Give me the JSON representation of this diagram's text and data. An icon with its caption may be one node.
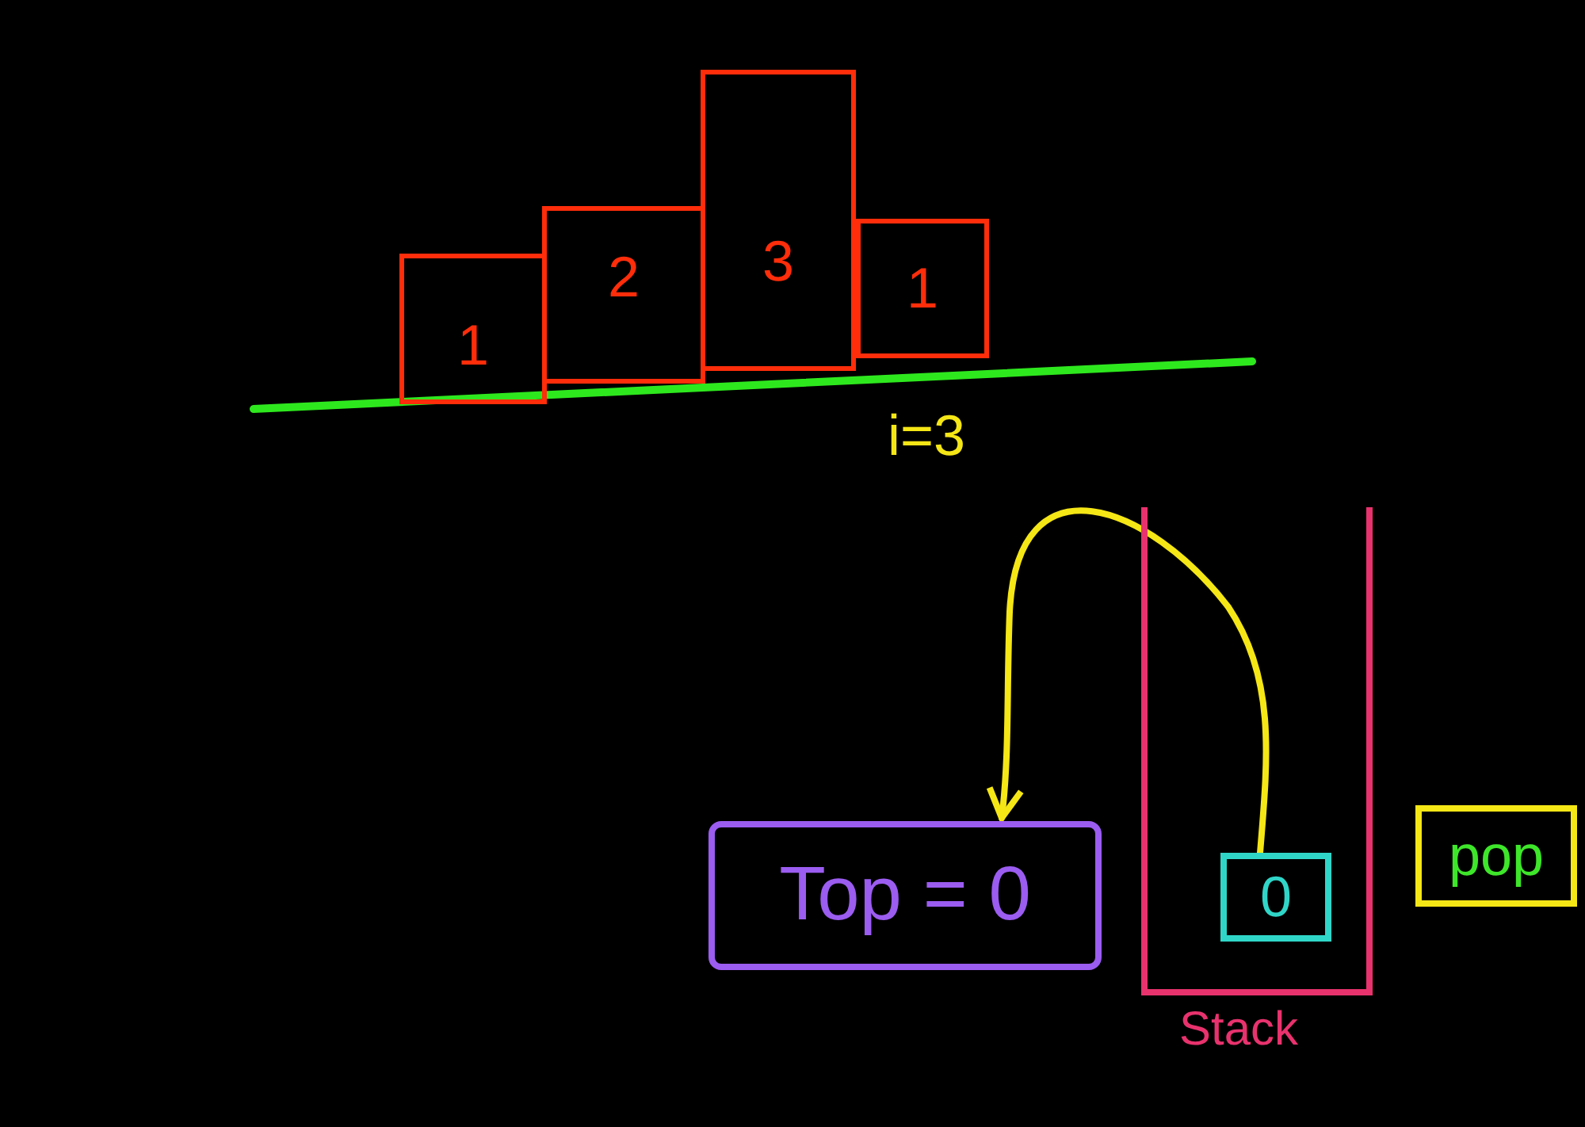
{
  "diagram": {
    "nodes": [
      {
        "text": [
          "1"
        ]
      },
      {
        "text": [
          "2"
        ]
      },
      {
        "text": [
          "3"
        ]
      },
      {
        "text": [
          "1"
        ]
      },
      {
        "text": [
          "Top = 0"
        ]
      },
      {
        "text": [
          "Stack"
        ]
      },
      {
        "text": [
          "0"
        ],
        "in": 5
      },
      {
        "text": [
          "pop"
        ]
      }
    ],
    "edges": [
      {
        "from": 6,
        "to": 4,
        "arrow": "to",
        "color": "#f5e616"
      }
    ],
    "labels": [
      "i=3"
    ]
  }
}
